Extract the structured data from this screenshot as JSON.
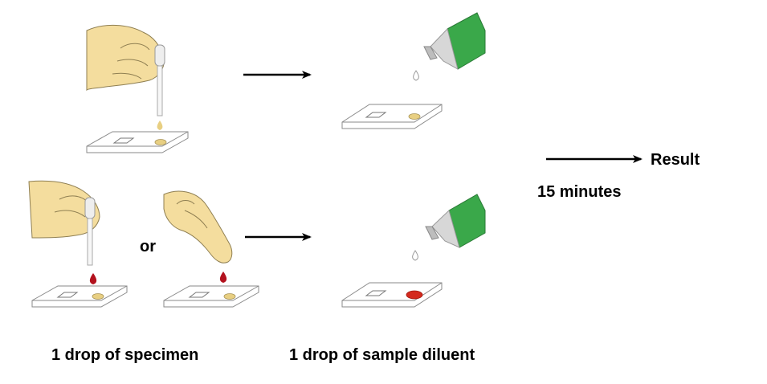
{
  "labels": {
    "or": "or",
    "result": "Result",
    "time": "15 minutes",
    "specimen": "1 drop of specimen",
    "diluent": "1 drop of sample diluent"
  },
  "colors": {
    "skin": "#f4dd9e",
    "skin_outline": "#8f7f52",
    "serum_drop": "#e8cf82",
    "blood_drop": "#b3121e",
    "bottle_green": "#3aa84a",
    "bottle_cap": "#c8c8c8",
    "cassette": "#ffffff",
    "cassette_outline": "#8a8a8a",
    "arrow": "#000000"
  },
  "icons": [
    "hand-with-dropper-icon",
    "hand-fingertip-icon",
    "diluent-bottle-icon",
    "test-cassette-icon",
    "arrow-icon"
  ]
}
